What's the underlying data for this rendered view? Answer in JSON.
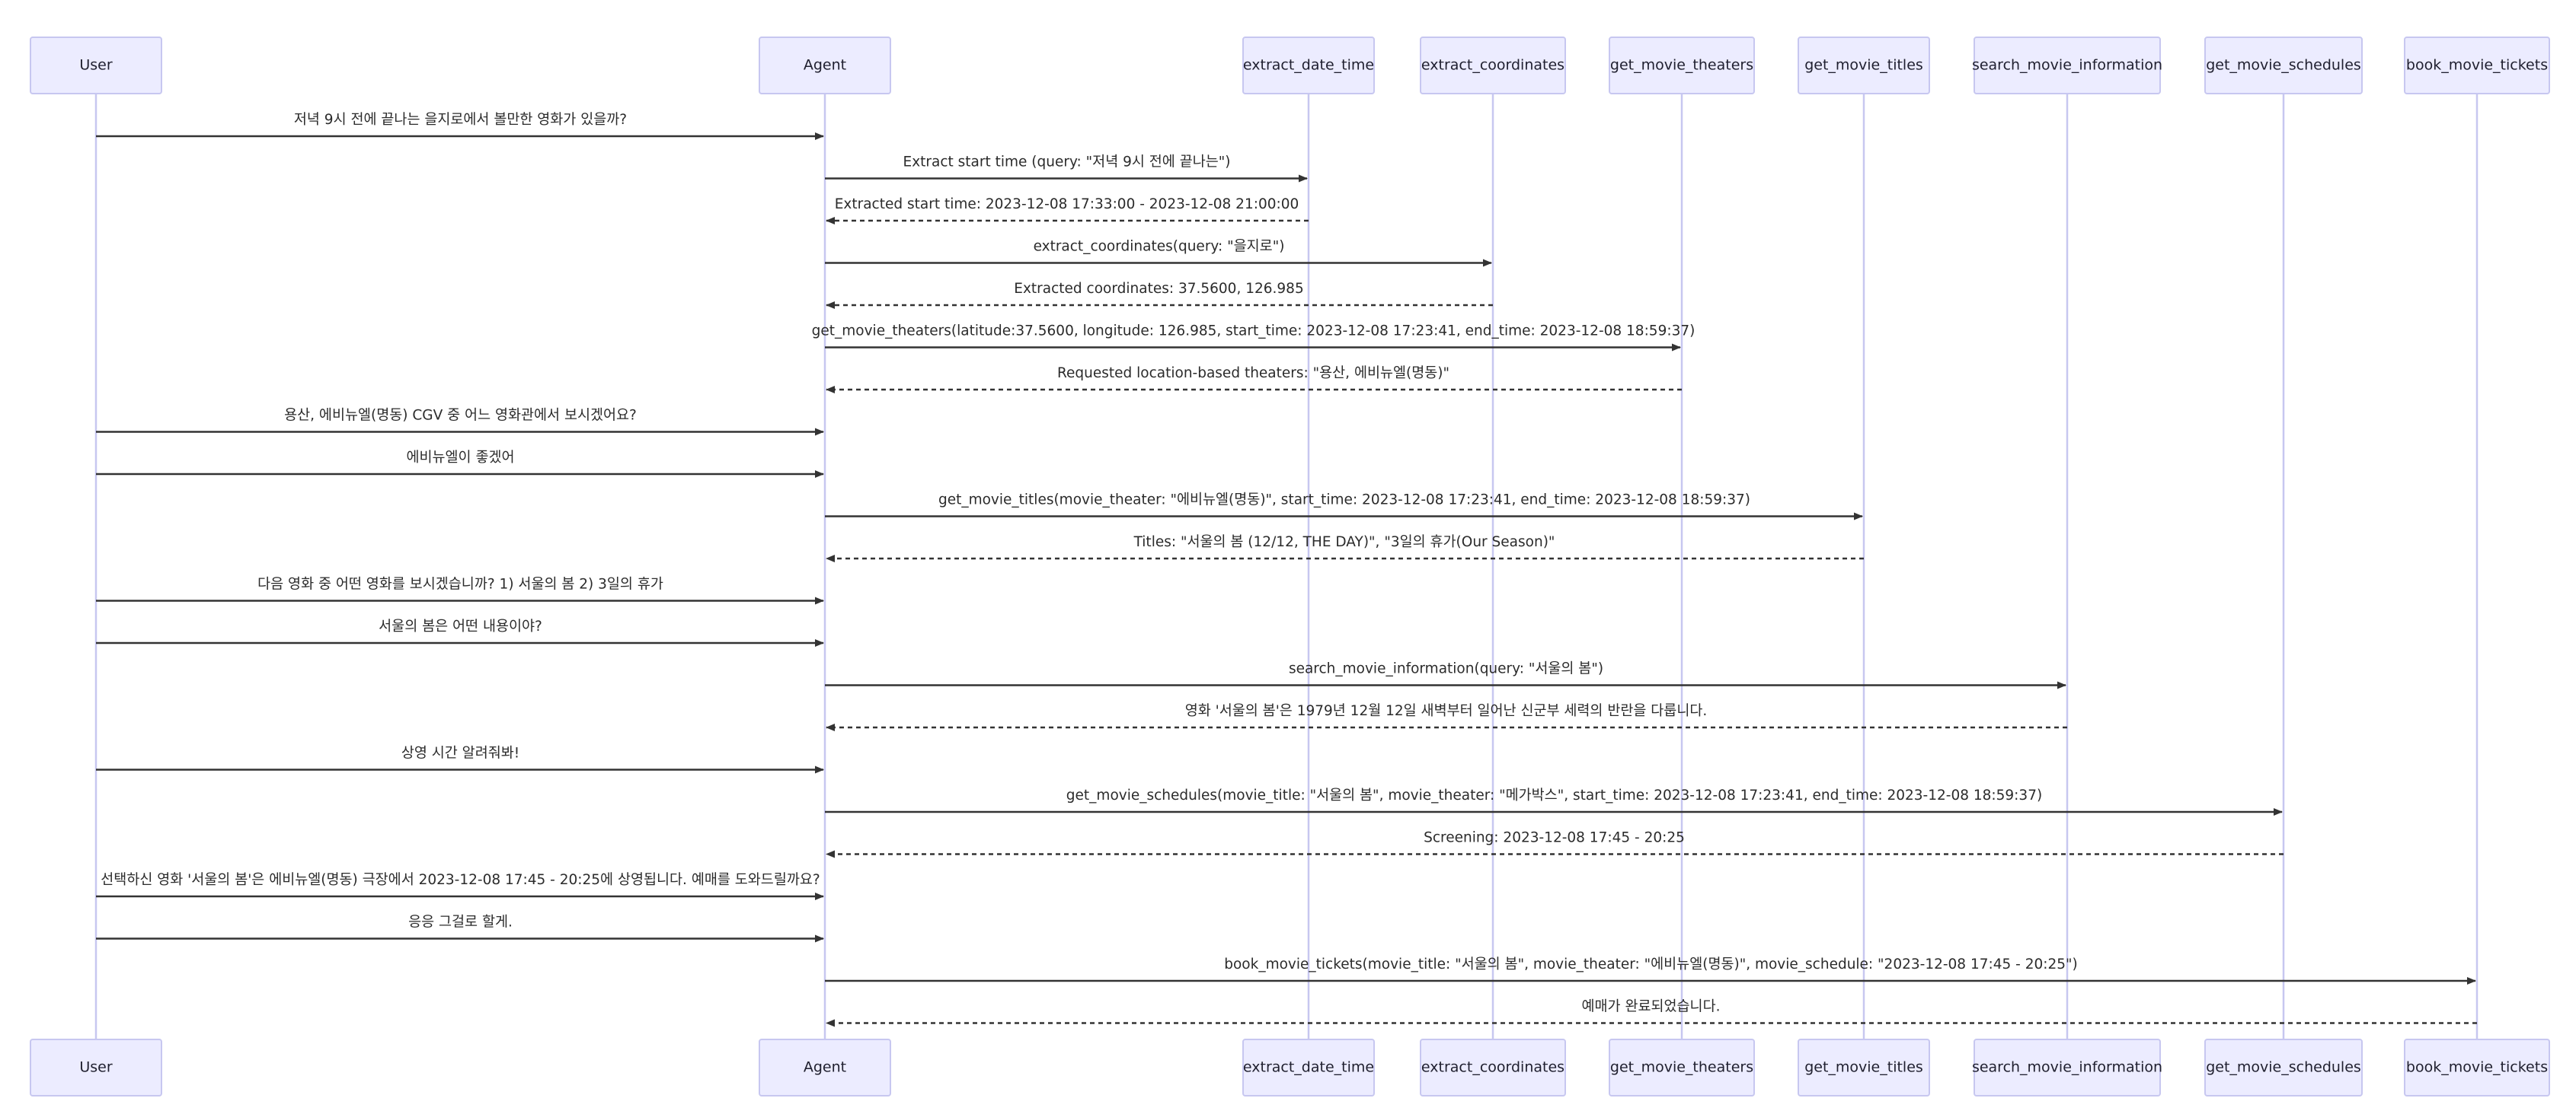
{
  "participants": [
    {
      "id": "user",
      "label": "User"
    },
    {
      "id": "agent",
      "label": "Agent"
    },
    {
      "id": "extract_date_time",
      "label": "extract_date_time"
    },
    {
      "id": "extract_coordinates",
      "label": "extract_coordinates"
    },
    {
      "id": "get_movie_theaters",
      "label": "get_movie_theaters"
    },
    {
      "id": "get_movie_titles",
      "label": "get_movie_titles"
    },
    {
      "id": "search_movie_information",
      "label": "search_movie_information"
    },
    {
      "id": "get_movie_schedules",
      "label": "get_movie_schedules"
    },
    {
      "id": "book_movie_tickets",
      "label": "book_movie_tickets"
    }
  ],
  "messages": [
    {
      "from": "user",
      "to": "agent",
      "text": "저녁 9시 전에 끝나는 을지로에서 볼만한 영화가 있을까?",
      "style": "solid"
    },
    {
      "from": "agent",
      "to": "extract_date_time",
      "text": "Extract start time (query: \"저녁 9시 전에 끝나는\")",
      "style": "solid"
    },
    {
      "from": "extract_date_time",
      "to": "agent",
      "text": "Extracted start time: 2023-12-08 17:33:00 - 2023-12-08 21:00:00",
      "style": "dashed"
    },
    {
      "from": "agent",
      "to": "extract_coordinates",
      "text": "extract_coordinates(query: \"을지로\")",
      "style": "solid"
    },
    {
      "from": "extract_coordinates",
      "to": "agent",
      "text": "Extracted coordinates: 37.5600, 126.985",
      "style": "dashed"
    },
    {
      "from": "agent",
      "to": "get_movie_theaters",
      "text": "get_movie_theaters(latitude:37.5600, longitude: 126.985, start_time: 2023-12-08 17:23:41, end_time: 2023-12-08 18:59:37)",
      "style": "solid"
    },
    {
      "from": "get_movie_theaters",
      "to": "agent",
      "text": "Requested location-based theaters: \"용산, 에비뉴엘(명동)\"",
      "style": "dashed"
    },
    {
      "from": "user",
      "to": "agent",
      "text": "용산, 에비뉴엘(명동) CGV 중 어느 영화관에서 보시겠어요?",
      "style": "solid"
    },
    {
      "from": "user",
      "to": "agent",
      "text": "에비뉴엘이 좋겠어",
      "style": "solid"
    },
    {
      "from": "agent",
      "to": "get_movie_titles",
      "text": "get_movie_titles(movie_theater: \"에비뉴엘(명동)\", start_time: 2023-12-08 17:23:41, end_time: 2023-12-08 18:59:37)",
      "style": "solid"
    },
    {
      "from": "get_movie_titles",
      "to": "agent",
      "text": "Titles: \"서울의 봄 (12/12, THE DAY)\", \"3일의 휴가(Our Season)\"",
      "style": "dashed"
    },
    {
      "from": "user",
      "to": "agent",
      "text": "다음 영화 중 어떤 영화를 보시겠습니까? 1) 서울의 봄 2) 3일의 휴가",
      "style": "solid"
    },
    {
      "from": "user",
      "to": "agent",
      "text": "서울의 봄은 어떤 내용이야?",
      "style": "solid"
    },
    {
      "from": "agent",
      "to": "search_movie_information",
      "text": "search_movie_information(query: \"서울의 봄\")",
      "style": "solid"
    },
    {
      "from": "search_movie_information",
      "to": "agent",
      "text": "영화 '서울의 봄'은 1979년 12월 12일 새벽부터 일어난 신군부 세력의 반란을 다룹니다.",
      "style": "dashed"
    },
    {
      "from": "user",
      "to": "agent",
      "text": "상영 시간 알려줘봐!",
      "style": "solid"
    },
    {
      "from": "agent",
      "to": "get_movie_schedules",
      "text": "get_movie_schedules(movie_title: \"서울의 봄\", movie_theater: \"메가박스\", start_time: 2023-12-08 17:23:41, end_time: 2023-12-08 18:59:37)",
      "style": "solid"
    },
    {
      "from": "get_movie_schedules",
      "to": "agent",
      "text": "Screening: 2023-12-08 17:45 - 20:25",
      "style": "dashed"
    },
    {
      "from": "user",
      "to": "agent",
      "text": "선택하신 영화 '서울의 봄'은 에비뉴엘(명동) 극장에서 2023-12-08 17:45 - 20:25에 상영됩니다. 예매를 도와드릴까요?",
      "style": "solid"
    },
    {
      "from": "user",
      "to": "agent",
      "text": "응응 그걸로 할게.",
      "style": "solid"
    },
    {
      "from": "agent",
      "to": "book_movie_tickets",
      "text": "book_movie_tickets(movie_title: \"서울의 봄\", movie_theater: \"에비뉴엘(명동)\", movie_schedule: \"2023-12-08 17:45 - 20:25\")",
      "style": "solid"
    },
    {
      "from": "book_movie_tickets",
      "to": "agent",
      "text": "예매가 완료되었습니다.",
      "style": "dashed"
    }
  ]
}
